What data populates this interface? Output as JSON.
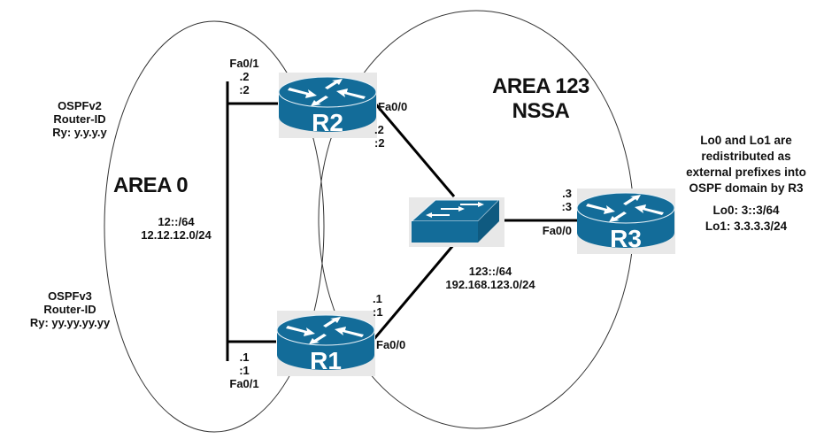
{
  "diagram": {
    "colors": {
      "device": "#136C99",
      "device_tile": "#E8E8E8",
      "line": "#000000",
      "area_outline": "#333333"
    },
    "areas": [
      {
        "id": "area0",
        "title": "AREA 0",
        "subnets": [
          "12::/64",
          "12.12.12.0/24"
        ]
      },
      {
        "id": "area123",
        "title_lines": [
          "AREA 123",
          "NSSA"
        ]
      }
    ],
    "router_id_notes": {
      "ospfv2": [
        "OSPFv2",
        "Router-ID",
        "Ry: y.y.y.y"
      ],
      "ospfv3": [
        "OSPFv3",
        "Router-ID",
        "Ry: yy.yy.yy.yy"
      ]
    },
    "devices": [
      {
        "id": "R2",
        "type": "router",
        "icon": "router-icon",
        "label": "R2"
      },
      {
        "id": "R1",
        "type": "router",
        "icon": "router-icon",
        "label": "R1"
      },
      {
        "id": "R3",
        "type": "router",
        "icon": "router-icon",
        "label": "R3"
      },
      {
        "id": "SW",
        "type": "switch",
        "icon": "switch-icon",
        "label": ""
      }
    ],
    "interfaces": {
      "r2_fa01": {
        "name": "Fa0/1",
        "ipv4": ".2",
        "ipv6": ":2"
      },
      "r2_fa00": {
        "name": "Fa0/0",
        "ipv4": ".2",
        "ipv6": ":2"
      },
      "r1_fa01": {
        "name": "Fa0/1",
        "ipv4": ".1",
        "ipv6": ":1"
      },
      "r1_fa00": {
        "name": "Fa0/0",
        "ipv4": ".1",
        "ipv6": ":1"
      },
      "r3_fa00": {
        "name": "Fa0/0",
        "ipv4": ".3",
        "ipv6": ":3"
      }
    },
    "segment123": {
      "subnets": [
        "123::/64",
        "192.168.123.0/24"
      ]
    },
    "r3_note": {
      "lines": [
        "Lo0 and Lo1 are",
        "redistributed as",
        "external prefixes into",
        "OSPF domain by R3"
      ],
      "loopbacks": [
        "Lo0: 3::3/64",
        "Lo1: 3.3.3.3/24"
      ]
    },
    "links": [
      {
        "from": "R2",
        "to": "area0-bus",
        "via": "Fa0/1"
      },
      {
        "from": "R1",
        "to": "area0-bus",
        "via": "Fa0/1"
      },
      {
        "from": "R2",
        "to": "SW",
        "via": "Fa0/0"
      },
      {
        "from": "R1",
        "to": "SW",
        "via": "Fa0/0"
      },
      {
        "from": "R3",
        "to": "SW",
        "via": "Fa0/0"
      }
    ]
  }
}
